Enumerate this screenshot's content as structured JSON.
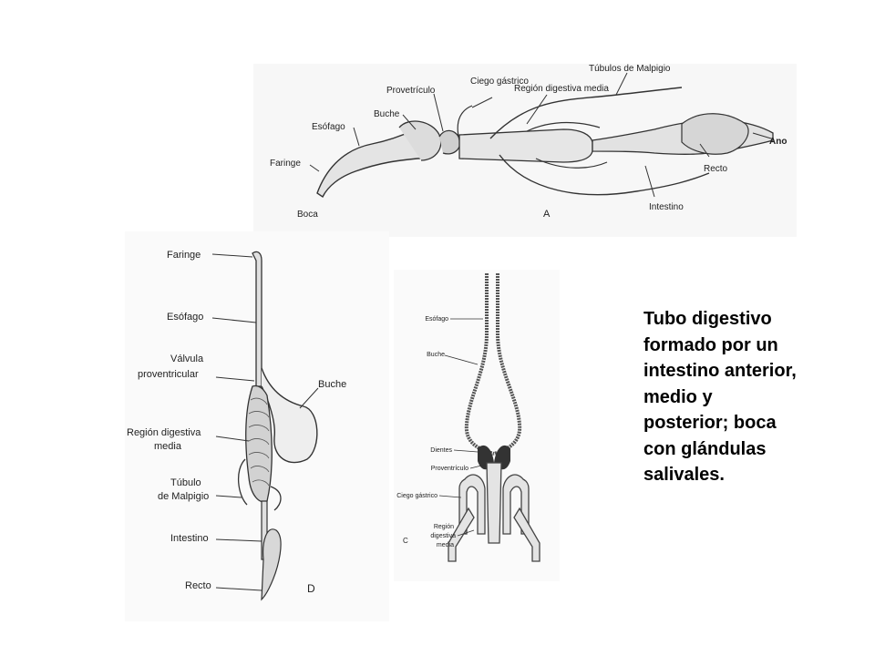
{
  "figure_a": {
    "labels": {
      "malpighian": "Túbulos de Malpigio",
      "gastric_cecum": "Ciego gástrico",
      "midgut": "Región digestiva media",
      "proventriculus": "Provetrículo",
      "crop": "Buche",
      "esophagus": "Esófago",
      "pharynx": "Faringe",
      "mouth": "Boca",
      "panel_letter": "A",
      "anus": "Ano",
      "rectum": "Recto",
      "intestine": "Intestino"
    }
  },
  "figure_d": {
    "labels": {
      "pharynx": "Faringe",
      "esophagus": "Esófago",
      "valve_line1": "Válvula",
      "valve_line2": "proventricular",
      "crop": "Buche",
      "midgut_line1": "Región digestiva",
      "midgut_line2": "media",
      "malpighian_line1": "Túbulo",
      "malpighian_line2": "de Malpigio",
      "intestine": "Intestino",
      "rectum": "Recto",
      "panel_letter": "D"
    }
  },
  "figure_c": {
    "labels": {
      "esophagus": "Esófago",
      "crop": "Buche",
      "teeth": "Dientes",
      "proventriculus": "Proventrículo",
      "gastric_cecum": "Ciego gástrico",
      "midgut_line1": "Región",
      "midgut_line2": "digestiva",
      "midgut_line3": "media",
      "panel_letter": "C"
    }
  },
  "caption": {
    "lines": [
      "Tubo digestivo",
      "formado por un",
      "intestino anterior,",
      "medio y",
      "posterior; boca",
      "con glándulas",
      "salivales."
    ]
  }
}
